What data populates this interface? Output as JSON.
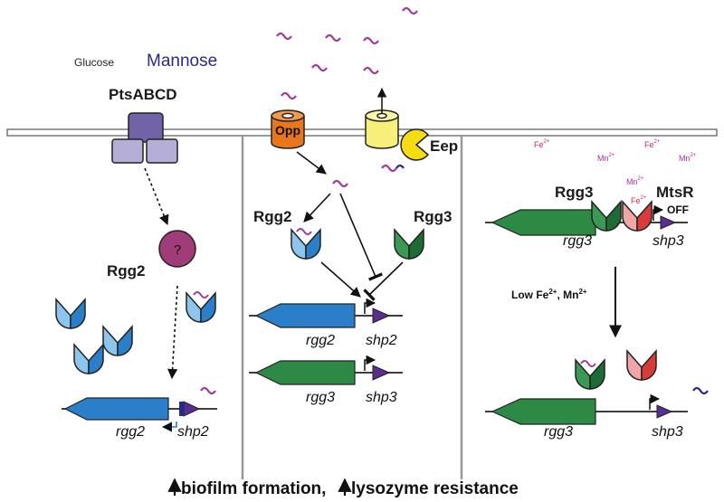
{
  "sugars": {
    "glucose": "Glucose",
    "mannose": "Mannose"
  },
  "transporters": {
    "pts": "PtsABCD",
    "opp": "Opp",
    "eep": "Eep"
  },
  "panel1": {
    "unknown": "?",
    "rgg2_label": "Rgg2",
    "gene_rgg2": "rgg2",
    "gene_shp2": "shp2"
  },
  "panel2": {
    "rgg2_label": "Rgg2",
    "rgg3_label": "Rgg3",
    "gene_rgg2": "rgg2",
    "gene_shp2": "shp2",
    "gene_rgg3": "rgg3",
    "gene_shp3": "shp3"
  },
  "panel3": {
    "ions": [
      {
        "base": "Fe",
        "sup": "2+",
        "color": "#d6264a"
      },
      {
        "base": "Mn",
        "sup": "2+",
        "color": "#c02a9a"
      },
      {
        "base": "Fe",
        "sup": "2+",
        "color": "#d6264a"
      },
      {
        "base": "Mn",
        "sup": "2+",
        "color": "#c02a9a"
      },
      {
        "base": "Mn",
        "sup": "2+",
        "color": "#c02a9a"
      },
      {
        "base": "Fe",
        "sup": "2+",
        "color": "#d6264a"
      }
    ],
    "rgg3_label": "Rgg3",
    "mtsr_label": "MtsR",
    "off_label": "OFF",
    "gene_rgg3_top": "rgg3",
    "gene_shp3_top": "shp3",
    "condition": {
      "prefix": "Low Fe",
      "sup1": "2+",
      "mid": ", Mn",
      "sup2": "2+"
    },
    "gene_rgg3_bottom": "rgg3",
    "gene_shp3_bottom": "shp3"
  },
  "footer": {
    "part1": "biofilm formation,",
    "part2": "lysozyme resistance"
  },
  "colors": {
    "pts": "#7262a8",
    "pts_light": "#b5aed6",
    "opp": "#e8761c",
    "eep_cylinder": "#f6f07a",
    "eep_pac": "#f6dc12",
    "rgg2": "#2a7fc8",
    "rgg3": "#2d8a45",
    "mtsr": "#d93b3b",
    "peptide": "#a23a9a",
    "shp": "#5a2d91",
    "unknown": "#a03d78"
  }
}
